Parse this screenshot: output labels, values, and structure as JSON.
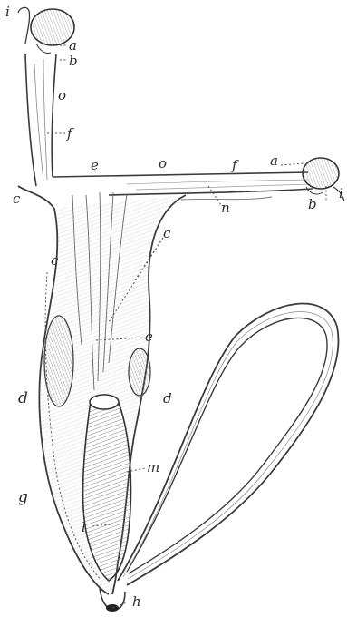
{
  "labels": {
    "i_top": "i",
    "a_top": "a",
    "b_top": "b",
    "o_left": "o",
    "f_left": "f",
    "e_center": "e",
    "o_center": "o",
    "f_right": "f",
    "a_right": "a",
    "b_right": "b",
    "i_right": "i",
    "c_left_top": "c",
    "c_left_mid": "c",
    "n_mid": "n",
    "c_right": "c",
    "e_mid": "e",
    "d_left": "d",
    "d_right": "d",
    "m_right": "m",
    "g_left": "g",
    "l_bottom": "l",
    "h_bottom": "h"
  },
  "colors": {
    "ink": "#3a3a3a",
    "paper": "#ffffff"
  }
}
